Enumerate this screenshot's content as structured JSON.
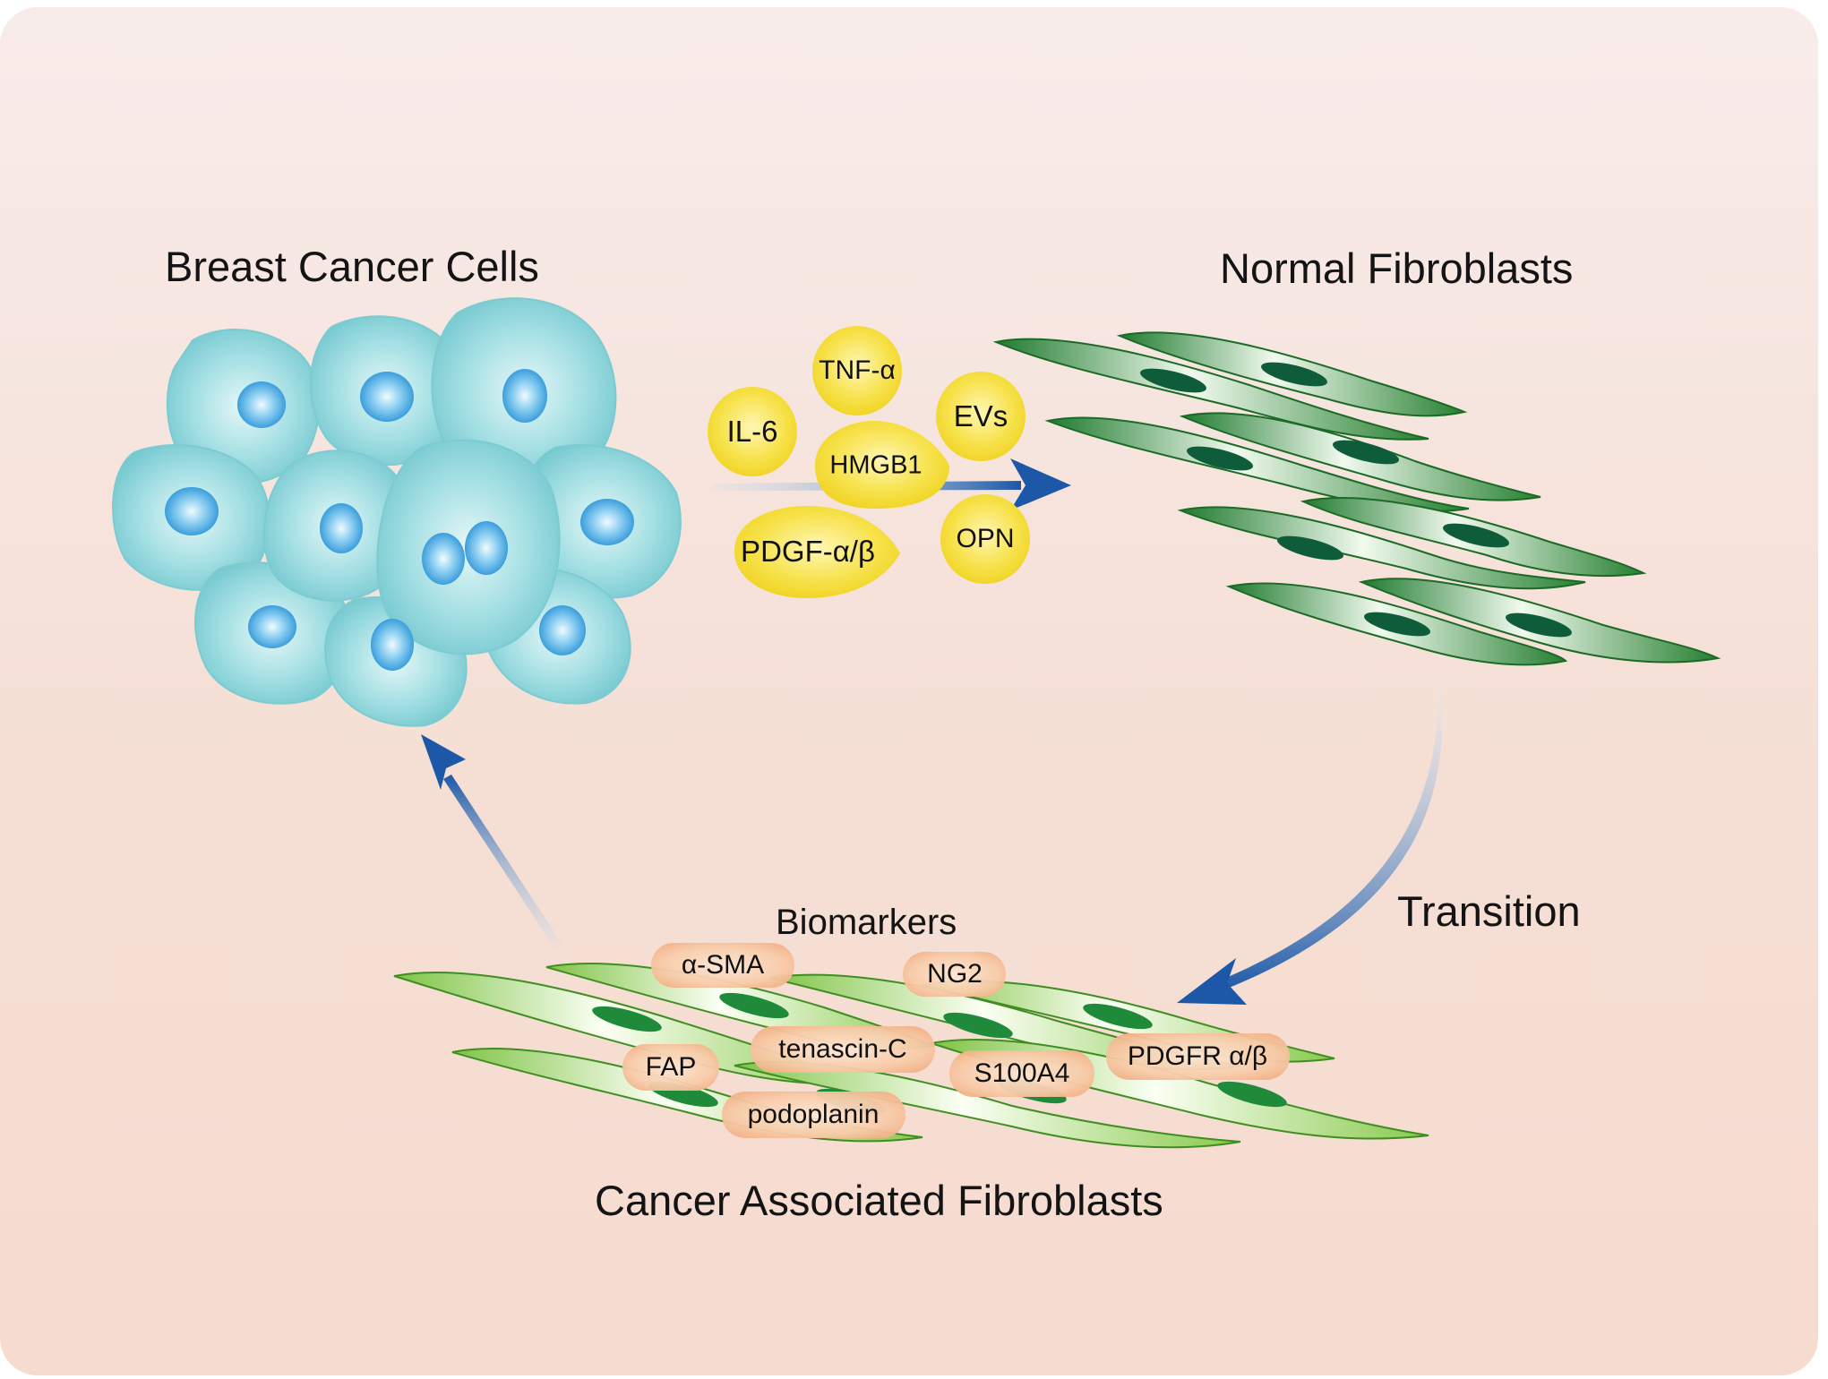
{
  "titles": {
    "breast_cancer_cells": "Breast Cancer Cells",
    "normal_fibroblasts": "Normal Fibroblasts",
    "cancer_associated_fibroblasts": "Cancer Associated Fibroblasts",
    "transition": "Transition",
    "biomarkers": "Biomarkers"
  },
  "factors": [
    "TNF-α",
    "IL-6",
    "EVs",
    "HMGB1",
    "PDGF-α/β",
    "OPN"
  ],
  "biomarkers": [
    "α-SMA",
    "NG2",
    "tenascin-C",
    "FAP",
    "S100A4",
    "PDGFR α/β",
    "podoplanin"
  ],
  "colors": {
    "cancer_cell": "#8ed6dc",
    "nucleus": "#3ea4e0",
    "normal_fibroblast": "#2d8a3e",
    "caf": "#8fcf56",
    "factor": "#f6e13c",
    "biomarker_chip": "#f6c6a3",
    "arrow": "#1d58a8"
  }
}
